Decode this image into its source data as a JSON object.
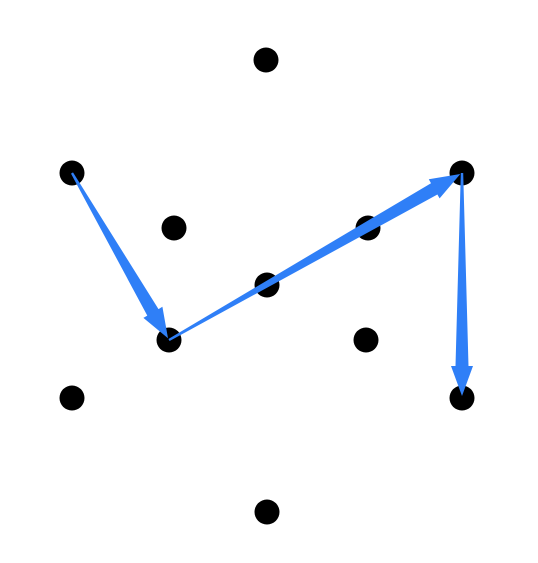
{
  "diagram": {
    "dots": [
      {
        "id": "top"
      },
      {
        "id": "upper-left"
      },
      {
        "id": "upper-right"
      },
      {
        "id": "inner-upper-left"
      },
      {
        "id": "inner-upper-right"
      },
      {
        "id": "center"
      },
      {
        "id": "inner-lower-left"
      },
      {
        "id": "inner-lower-right"
      },
      {
        "id": "lower-left"
      },
      {
        "id": "lower-right"
      },
      {
        "id": "bottom"
      }
    ],
    "path": [
      "upper-left",
      "inner-lower-left",
      "upper-right",
      "lower-right"
    ],
    "colors": {
      "dot": "#000000",
      "arrow": "#2f7ff7",
      "background": "#ffffff"
    }
  }
}
